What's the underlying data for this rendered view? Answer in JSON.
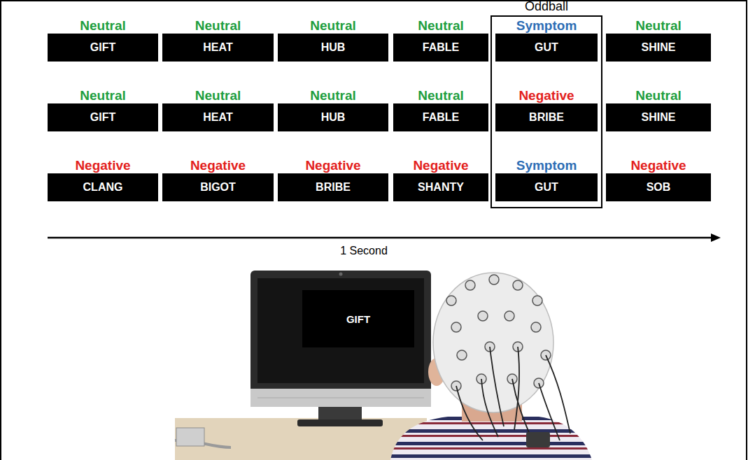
{
  "diagram": {
    "nodes": [
      {
        "text": [
          "Oddball"
        ]
      },
      {
        "text": [
          "Neutral",
          "GIFT"
        ]
      },
      {
        "text": [
          "Neutral",
          "HEAT"
        ]
      },
      {
        "text": [
          "Neutral",
          "HUB"
        ]
      },
      {
        "text": [
          "Neutral",
          "FABLE"
        ]
      },
      {
        "text": [
          "Symptom",
          "GUT"
        ],
        "in": 0
      },
      {
        "text": [
          "Neutral",
          "SHINE"
        ]
      },
      {
        "text": [
          "Neutral",
          "GIFT"
        ]
      },
      {
        "text": [
          "Neutral",
          "HEAT"
        ]
      },
      {
        "text": [
          "Neutral",
          "HUB"
        ]
      },
      {
        "text": [
          "Neutral",
          "FABLE"
        ]
      },
      {
        "text": [
          "Negative",
          "BRIBE"
        ],
        "in": 0
      },
      {
        "text": [
          "Neutral",
          "SHINE"
        ]
      },
      {
        "text": [
          "Negative",
          "CLANG"
        ]
      },
      {
        "text": [
          "Negative",
          "BIGOT"
        ]
      },
      {
        "text": [
          "Negative",
          "BRIBE"
        ]
      },
      {
        "text": [
          "Negative",
          "SHANTY"
        ]
      },
      {
        "text": [
          "Symptom",
          "GUT"
        ],
        "in": 0
      },
      {
        "text": [
          "Negative",
          "SOB"
        ]
      },
      {
        "text": [
          "GIFT"
        ]
      }
    ],
    "labels": [
      "1 Second"
    ]
  }
}
